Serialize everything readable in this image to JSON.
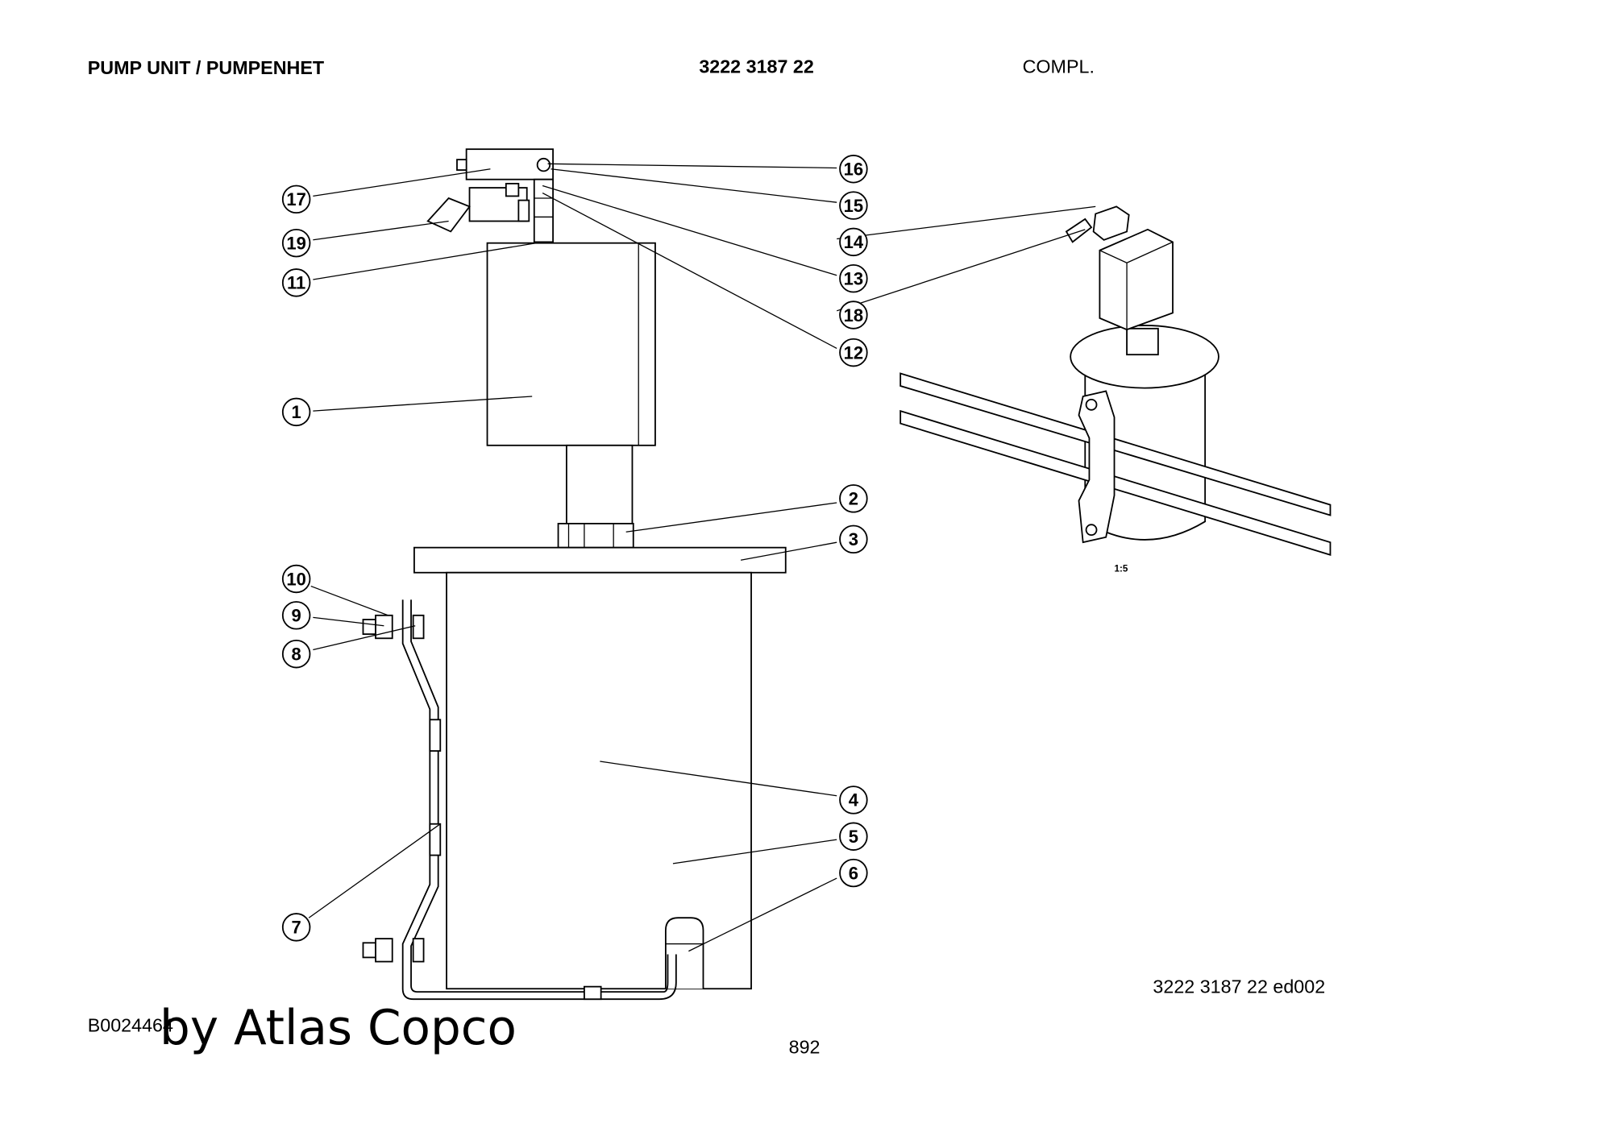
{
  "header": {
    "title": "PUMP UNIT / PUMPENHET",
    "part_number": "3222 3187 22",
    "status": "COMPL."
  },
  "drawing": {
    "scale_label": "1:5",
    "edition_label": "3222 3187 22 ed002",
    "drawing_id": "B0024464",
    "watermark": "by Atlas Copco",
    "page_number": "892"
  },
  "callouts": [
    "1",
    "2",
    "3",
    "4",
    "5",
    "6",
    "7",
    "8",
    "9",
    "10",
    "11",
    "12",
    "13",
    "14",
    "15",
    "16",
    "17",
    "18",
    "19"
  ]
}
